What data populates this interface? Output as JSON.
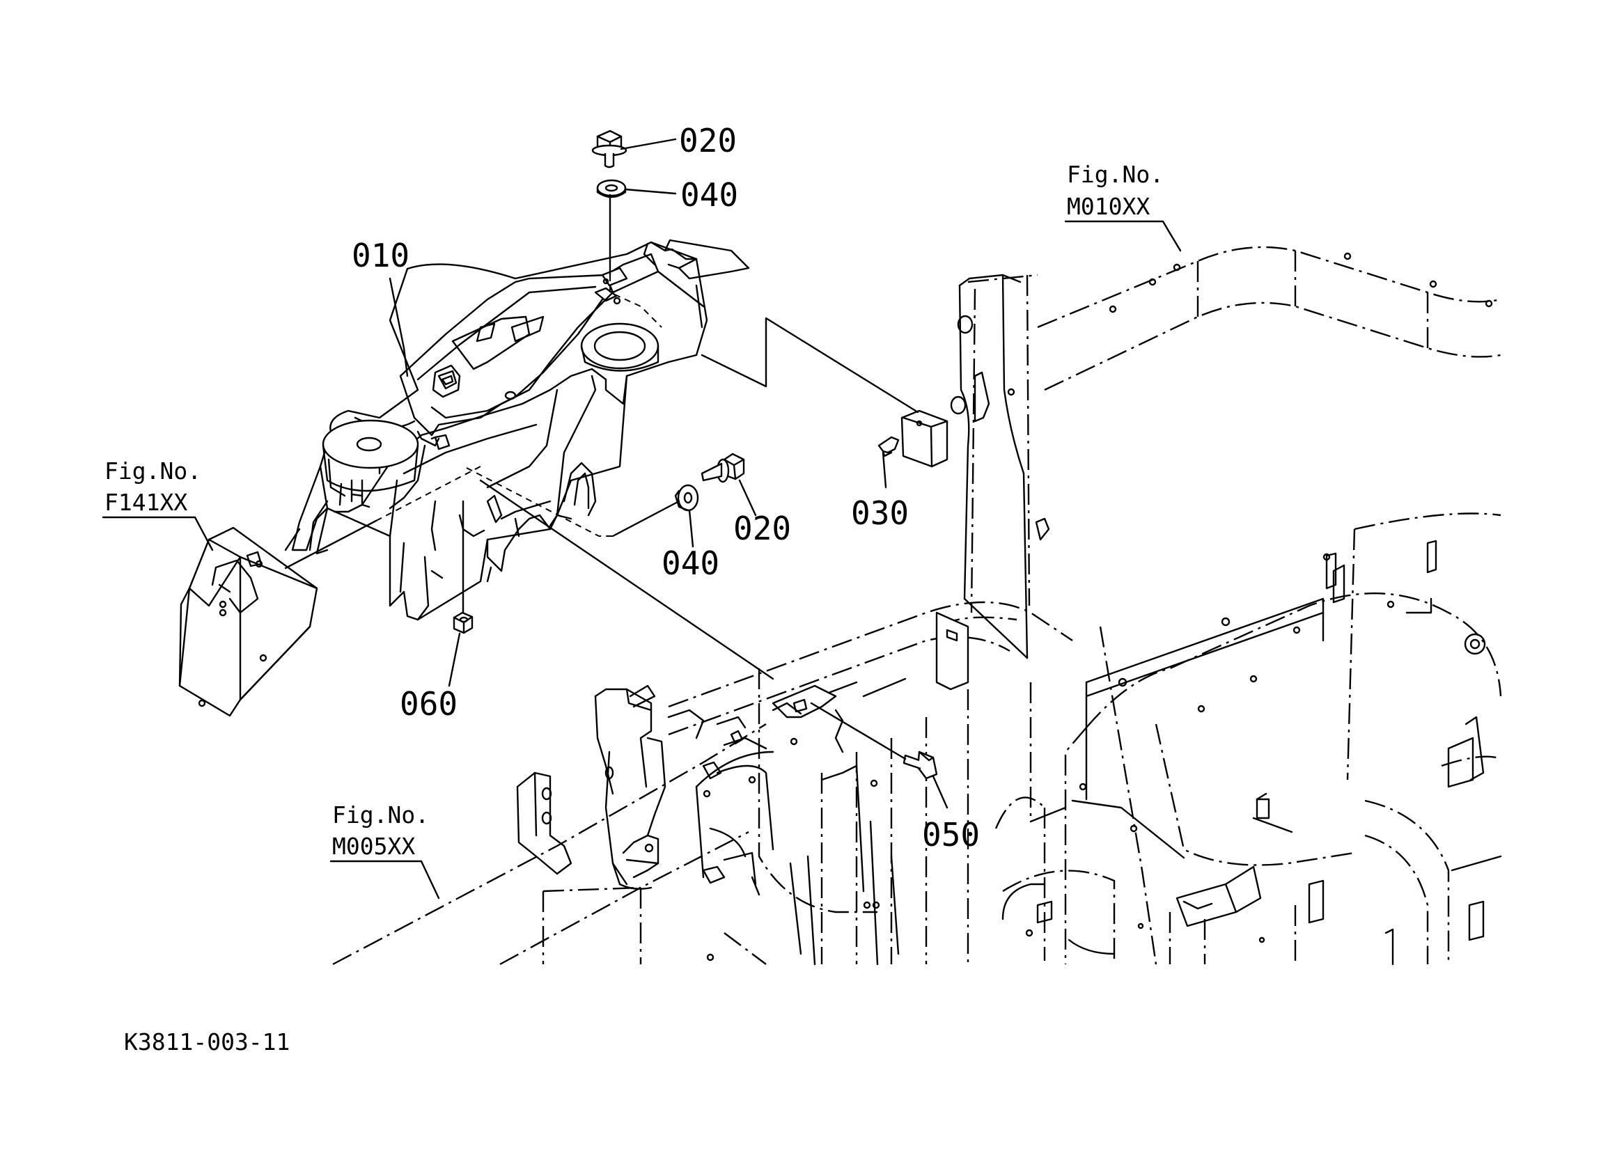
{
  "diagram_code": "K3811-003-11",
  "parts": [
    {
      "id": "p010",
      "number": "010"
    },
    {
      "id": "p020a",
      "number": "020"
    },
    {
      "id": "p040a",
      "number": "040"
    },
    {
      "id": "p020b",
      "number": "020"
    },
    {
      "id": "p040b",
      "number": "040"
    },
    {
      "id": "p030",
      "number": "030"
    },
    {
      "id": "p050",
      "number": "050"
    },
    {
      "id": "p060",
      "number": "060"
    }
  ],
  "figure_refs": [
    {
      "id": "ref-m010",
      "prefix": "Fig.No.",
      "code": "M010XX"
    },
    {
      "id": "ref-f141",
      "prefix": "Fig.No.",
      "code": "F141XX"
    },
    {
      "id": "ref-m005",
      "prefix": "Fig.No.",
      "code": "M005XX"
    }
  ]
}
